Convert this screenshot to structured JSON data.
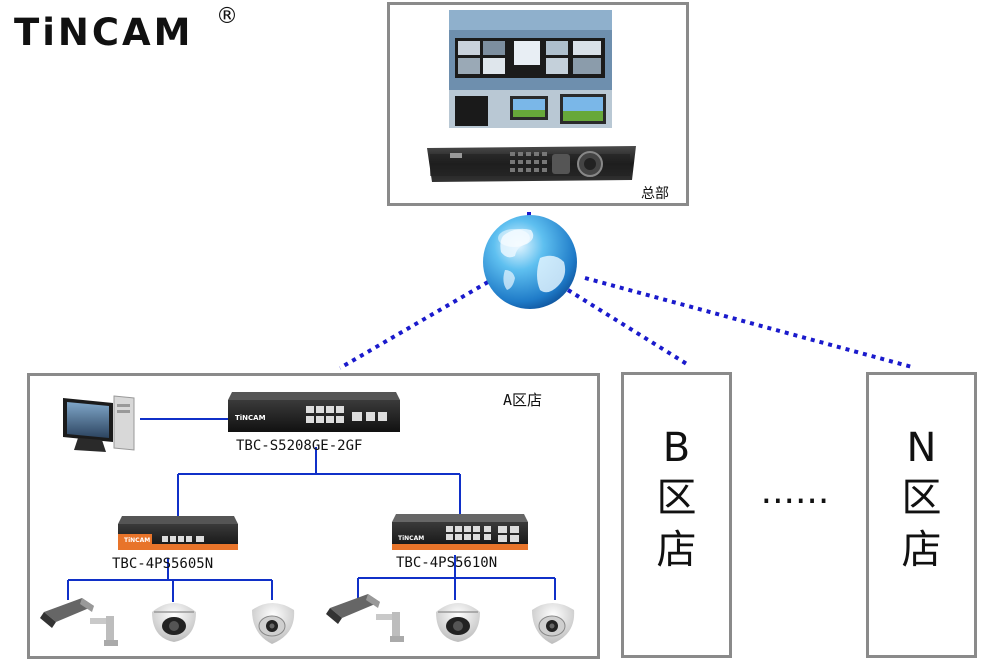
{
  "brand": {
    "logo_text": "TiNCAM",
    "registered_mark": "®"
  },
  "headquarters": {
    "label": "总部"
  },
  "zones": {
    "a": {
      "label": "A区店",
      "main_switch_model": "TBC-S5208GE-2GF",
      "switch_left_model": "TBC-4PS5605N",
      "switch_right_model": "TBC-4PS5610N",
      "switch_brand": "TiNCAM"
    },
    "b": {
      "letter": "B",
      "char1": "区",
      "char2": "店"
    },
    "n": {
      "letter": "N",
      "char1": "区",
      "char2": "店"
    }
  },
  "ellipsis": "......",
  "colors": {
    "link_dotted": "#1a1acc",
    "wire": "#1030c8",
    "border": "#8a8a8a",
    "switch_orange": "#e8742a"
  },
  "icons": [
    "globe-icon",
    "monitor-wall-icon",
    "nvr-icon",
    "desktop-computer-icon",
    "network-switch-icon",
    "bullet-camera-icon",
    "dome-camera-icon",
    "turret-camera-icon"
  ]
}
